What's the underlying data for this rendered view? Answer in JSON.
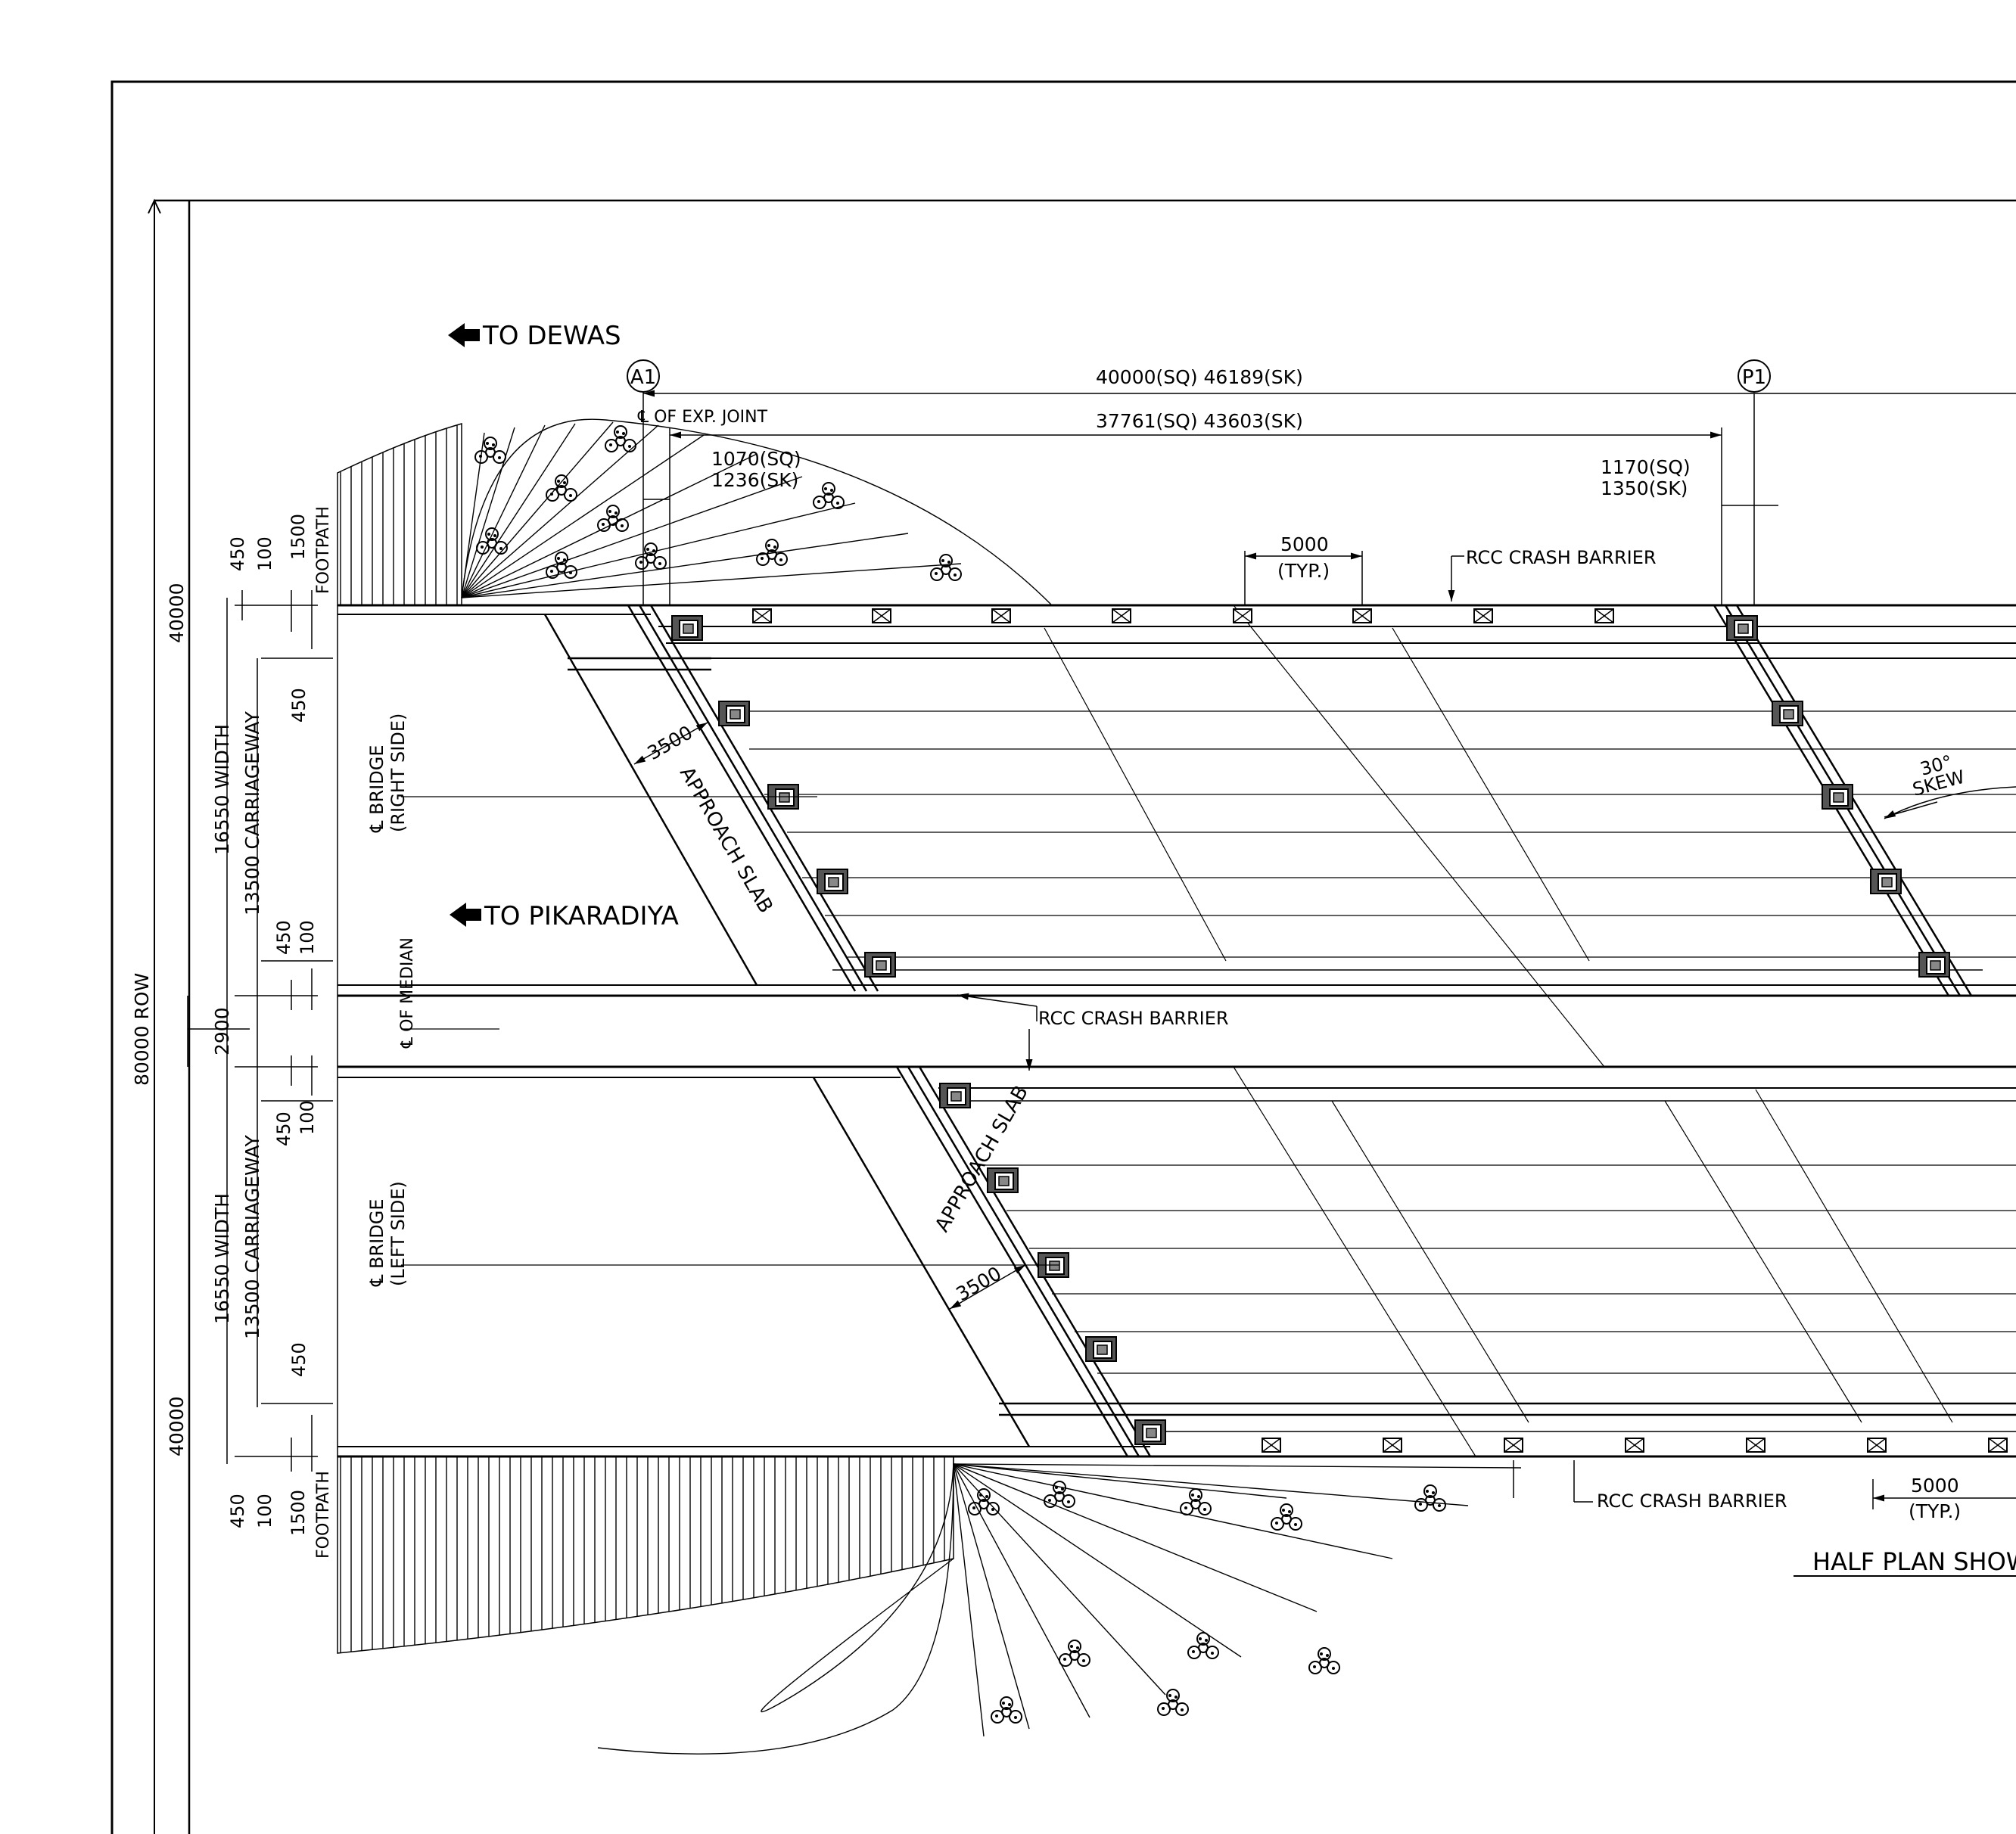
{
  "directions": {
    "dewas": "TO DEWAS",
    "pikaradiya": "TO PIKARADIYA"
  },
  "markers": {
    "abutment": "A1",
    "pier": "P1"
  },
  "dimensions": {
    "span_total": "40000(SQ)  46189(SK)",
    "span_clear": "37761(SQ)  43603(SK)",
    "exp_joint_sq": "1070(SQ)",
    "exp_joint_sk": "1236(SK)",
    "pier_offset_sq": "1170(SQ)",
    "pier_offset_sk": "1350(SK)",
    "typ_spacing": "5000",
    "typ_label": "(TYP.)",
    "approach_slab_width": "3500",
    "skew_angle": "30°",
    "skew_label": "SKEW"
  },
  "labels": {
    "exp_joint": "℄ OF EXP. JOINT",
    "rcc_barrier": "RCC  CRASH  BARRIER",
    "approach_slab": "APPROACH  SLAB",
    "bridge_right_1": "℄ BRIDGE",
    "bridge_right_2": "(RIGHT SIDE)",
    "bridge_left_1": "℄ BRIDGE",
    "bridge_left_2": "(LEFT SIDE)",
    "median": "℄ OF MEDIAN",
    "half_plan": "HALF PLAN SHOW"
  },
  "side_dims": {
    "row": "80000  ROW",
    "half_row": "40000",
    "width": "16550  WIDTH",
    "carriageway": "13500  CARRIAGEWAY",
    "median": "2900",
    "d450": "450",
    "d100": "100",
    "d1500": "1500",
    "footpath": "FOOTPATH"
  }
}
